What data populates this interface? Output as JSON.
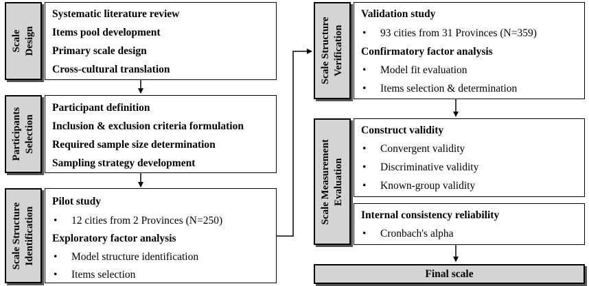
{
  "stages": {
    "design": {
      "label": [
        "Scale",
        "Design"
      ],
      "rows": [
        {
          "type": "head",
          "text": "Systematic literature review"
        },
        {
          "type": "head",
          "text": "Items pool development"
        },
        {
          "type": "head",
          "text": "Primary scale design"
        },
        {
          "type": "head",
          "text": "Cross-cultural translation"
        }
      ]
    },
    "participants": {
      "label": [
        "Participants",
        "Selection"
      ],
      "rows": [
        {
          "type": "head",
          "text": "Participant definition"
        },
        {
          "type": "head",
          "text": "Inclusion & exclusion criteria formulation"
        },
        {
          "type": "head",
          "text": "Required sample size determination"
        },
        {
          "type": "head",
          "text": "Sampling strategy development"
        }
      ]
    },
    "identification": {
      "label": [
        "Scale Structure",
        "Identification"
      ],
      "rows": [
        {
          "type": "head",
          "text": "Pilot study"
        },
        {
          "type": "bullet",
          "text": "12 cities from 2 Provinces (N=250)"
        },
        {
          "type": "head",
          "text": "Exploratory factor analysis"
        },
        {
          "type": "bullet",
          "text": "Model structure identification"
        },
        {
          "type": "bullet",
          "text": "Items selection"
        }
      ]
    },
    "verification": {
      "label": [
        "Scale Structure",
        "Verification"
      ],
      "rows": [
        {
          "type": "head",
          "text": "Validation study"
        },
        {
          "type": "bullet",
          "text": "93 cities from 31 Provinces (N=359)"
        },
        {
          "type": "head",
          "text": "Confirmatory factor analysis"
        },
        {
          "type": "bullet",
          "text": "Model fit evaluation"
        },
        {
          "type": "bullet",
          "text": "Items selection & determination"
        }
      ]
    },
    "evaluation": {
      "label": [
        "Scale Measurement",
        "Evaluation"
      ],
      "validity_rows": [
        {
          "type": "head",
          "text": "Construct validity"
        },
        {
          "type": "bullet",
          "text": "Convergent validity"
        },
        {
          "type": "bullet",
          "text": "Discriminative validity"
        },
        {
          "type": "bullet",
          "text": "Known-group validity"
        }
      ],
      "reliability_rows": [
        {
          "type": "head",
          "text": "Internal consistency reliability"
        },
        {
          "type": "bullet",
          "text": "Cronbach's alpha"
        }
      ]
    }
  },
  "final": {
    "label": "Final scale"
  },
  "bullet_glyph": "•"
}
